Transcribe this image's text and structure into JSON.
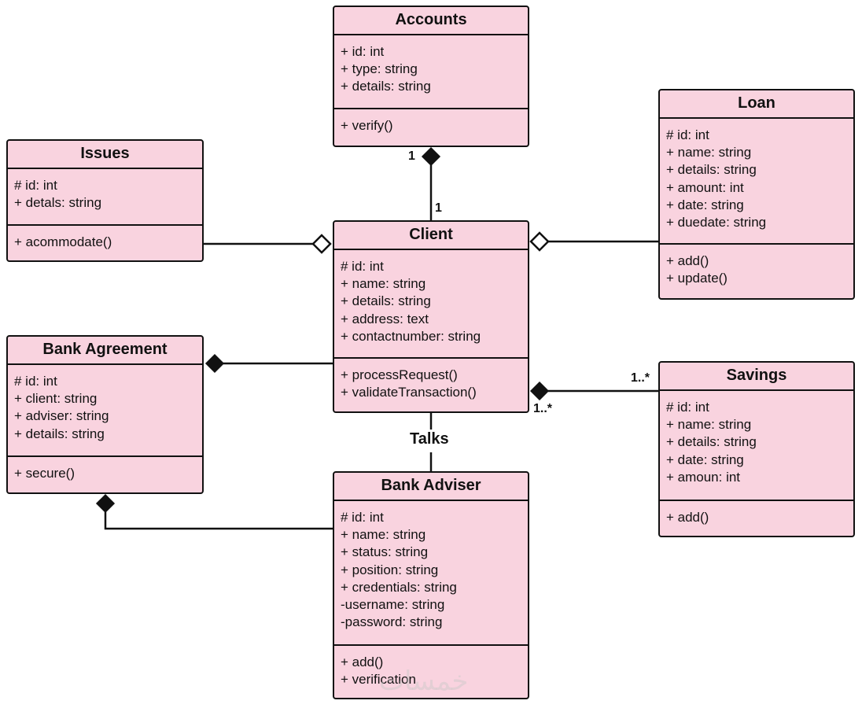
{
  "classes": {
    "accounts": {
      "name": "Accounts",
      "attributes": [
        "+ id: int",
        "+ type: string",
        "+ details: string"
      ],
      "operations": [
        "+ verify()"
      ]
    },
    "loan": {
      "name": "Loan",
      "attributes": [
        "# id: int",
        "+ name: string",
        "+ details: string",
        "+ amount: int",
        "+ date: string",
        "+ duedate: string"
      ],
      "operations": [
        "+ add()",
        "+ update()"
      ]
    },
    "issues": {
      "name": "Issues",
      "attributes": [
        "# id: int",
        "+ detals: string"
      ],
      "operations": [
        "+ acommodate()"
      ]
    },
    "client": {
      "name": "Client",
      "attributes": [
        "# id: int",
        "+ name: string",
        "+ details: string",
        "+ address: text",
        "+ contactnumber: string"
      ],
      "operations": [
        "+ processRequest()",
        "+ validateTransaction()"
      ]
    },
    "bank_agreement": {
      "name": "Bank Agreement",
      "attributes": [
        "# id: int",
        "+ client: string",
        "+ adviser: string",
        "+ details: string"
      ],
      "operations": [
        "+ secure()"
      ]
    },
    "savings": {
      "name": "Savings",
      "attributes": [
        "# id: int",
        "+ name: string",
        "+ details: string",
        "+ date: string",
        "+ amoun: int"
      ],
      "operations": [
        "+ add()"
      ]
    },
    "bank_adviser": {
      "name": "Bank Adviser",
      "attributes": [
        "# id: int",
        "+ name: string",
        "+ status: string",
        "+ position: string",
        "+ credentials: string",
        "-username: string",
        "-password: string"
      ],
      "operations": [
        "+ add()",
        "+ verification"
      ]
    }
  },
  "labels": {
    "accounts_end": "1",
    "client_end": "1",
    "savings_end": "1..*",
    "client_savings_end": "1..*",
    "talks": "Talks"
  },
  "watermark": "خمسات",
  "colors": {
    "class_fill": "#f9d3df",
    "stroke": "#111111"
  }
}
